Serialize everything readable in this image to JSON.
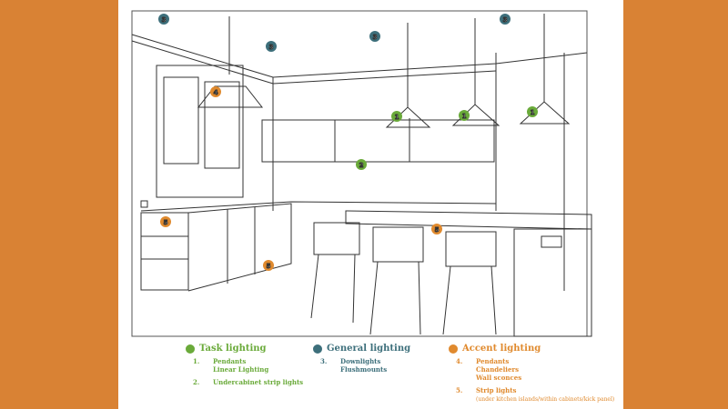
{
  "colors": {
    "background": "#d98234",
    "task": "#6aaa3a",
    "general": "#3d6f7b",
    "accent": "#e08a2e"
  },
  "markers": {
    "task1": "1",
    "task2": "2",
    "general3": "3",
    "accent4": "4",
    "accent5": "5"
  },
  "legend": {
    "task": {
      "title": "Task lighting",
      "items": [
        {
          "num": "1.",
          "lines": [
            "Pendants",
            "Linear Lighting"
          ]
        },
        {
          "num": "2.",
          "lines": [
            "Undercabinet strip lights"
          ]
        }
      ]
    },
    "general": {
      "title": "General lighting",
      "items": [
        {
          "num": "3.",
          "lines": [
            "Downlights",
            "Flushmounts"
          ]
        }
      ]
    },
    "accent": {
      "title": "Accent lighting",
      "items": [
        {
          "num": "4.",
          "lines": [
            "Pendants",
            "Chandeliers",
            "Wall sconces"
          ]
        },
        {
          "num": "5.",
          "lines": [
            "Strip lights"
          ],
          "note": "(under kitchen islands/within cabinets/kick panel)"
        }
      ]
    }
  }
}
